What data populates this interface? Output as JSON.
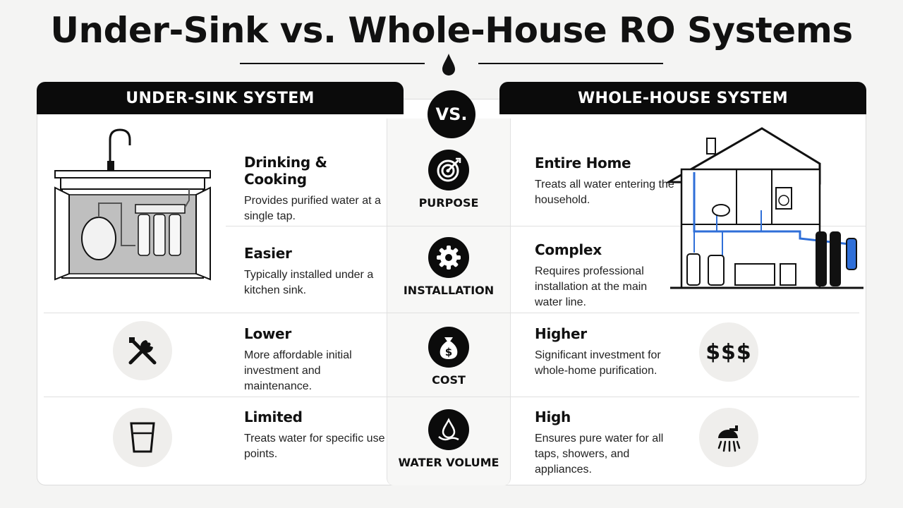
{
  "title": "Under-Sink vs. Whole-House RO Systems",
  "left_header": "UNDER-SINK SYSTEM",
  "right_header": "WHOLE-HOUSE SYSTEM",
  "vs_label": "VS.",
  "categories": [
    {
      "label": "PURPOSE",
      "icon": "target-icon"
    },
    {
      "label": "INSTALLATION",
      "icon": "gear-icon"
    },
    {
      "label": "COST",
      "icon": "money-bag-icon"
    },
    {
      "label": "WATER VOLUME",
      "icon": "water-drop-icon"
    }
  ],
  "under_sink": [
    {
      "title": "Drinking & Cooking",
      "text": "Provides purified water at a single tap."
    },
    {
      "title": "Easier",
      "text": "Typically installed under a kitchen sink."
    },
    {
      "title": "Lower",
      "text": "More affordable initial investment and maintenance.",
      "icon": "tools-icon"
    },
    {
      "title": "Limited",
      "text": "Treats water for specific use points.",
      "icon": "glass-icon"
    }
  ],
  "whole_house": [
    {
      "title": "Entire Home",
      "text": "Treats all water entering the household."
    },
    {
      "title": "Complex",
      "text": "Requires professional installation at the main water line."
    },
    {
      "title": "Higher",
      "text": "Significant investment for whole-home purification.",
      "icon_text": "$$$"
    },
    {
      "title": "High",
      "text": "Ensures pure water for all taps, showers, and appliances.",
      "icon": "shower-icon"
    }
  ]
}
